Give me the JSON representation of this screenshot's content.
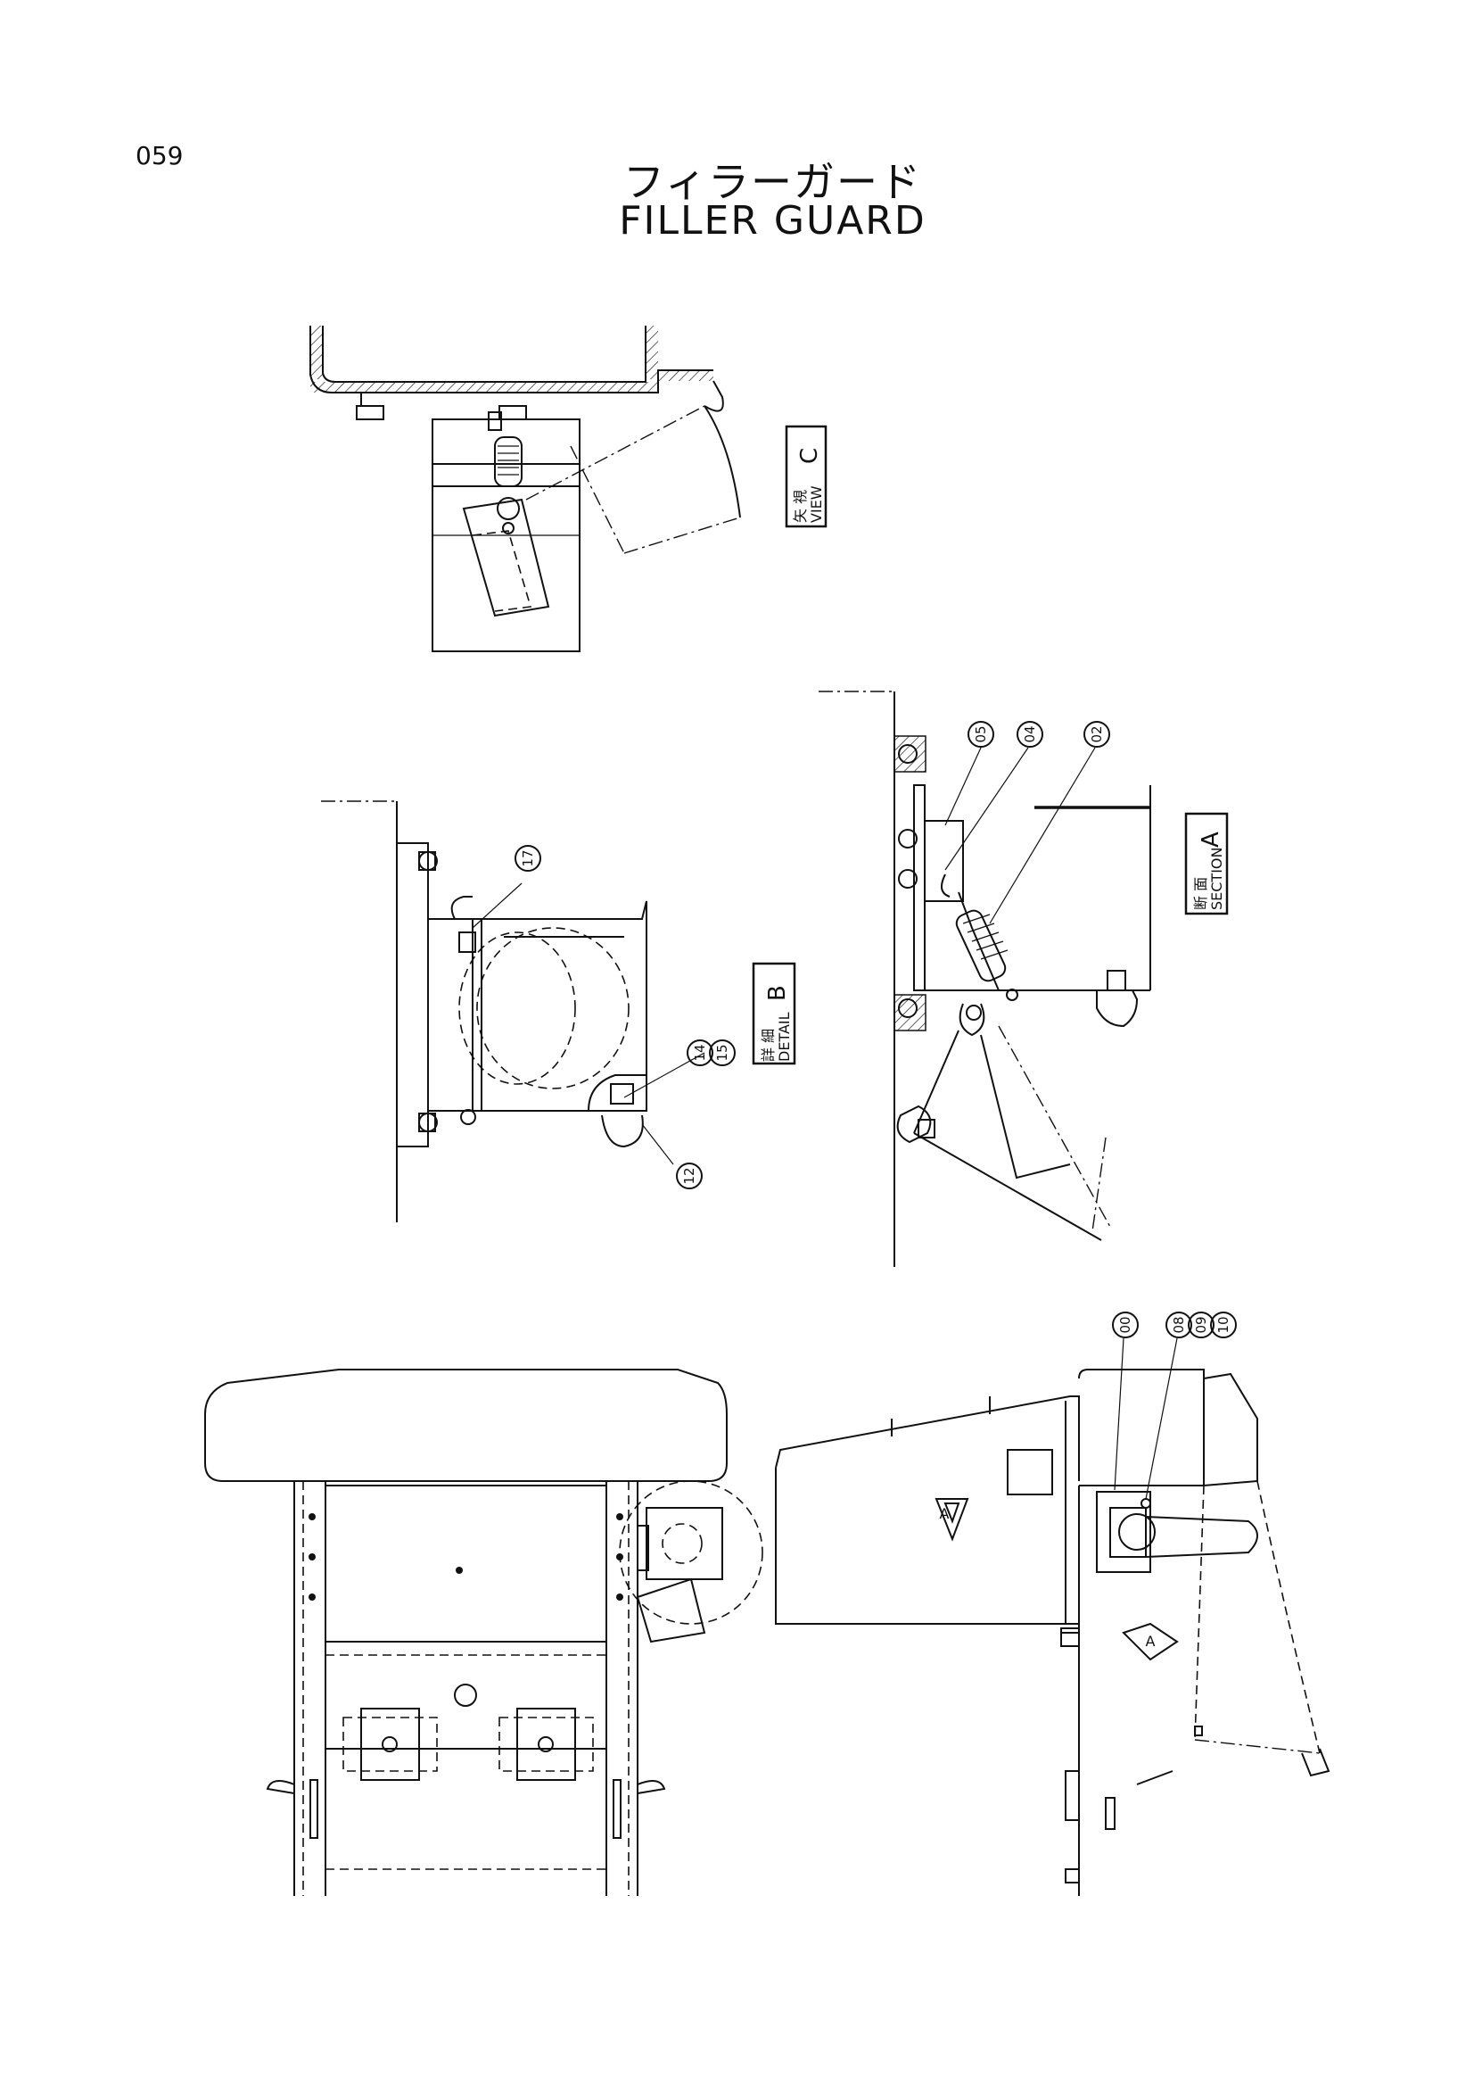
{
  "page_number": "059",
  "title_jp": "フィラーガード",
  "title_en": "FILLER GUARD",
  "views": {
    "view_c": {
      "jp": "矢 視",
      "en": "VIEW",
      "letter": "C"
    },
    "detail_b": {
      "jp": "詳 細",
      "en": "DETAIL",
      "letter": "B"
    },
    "section_a": {
      "jp": "断 面",
      "en": "SECTION",
      "letter": "A"
    }
  },
  "callouts": {
    "c17": "17",
    "c14": "14",
    "c15": "15",
    "c12": "12",
    "c05": "05",
    "c04": "04",
    "c02": "02",
    "c00": "00",
    "c08": "08",
    "c09": "09",
    "c10": "10"
  },
  "arrow_labels": {
    "a1": "A",
    "a2": "A"
  }
}
